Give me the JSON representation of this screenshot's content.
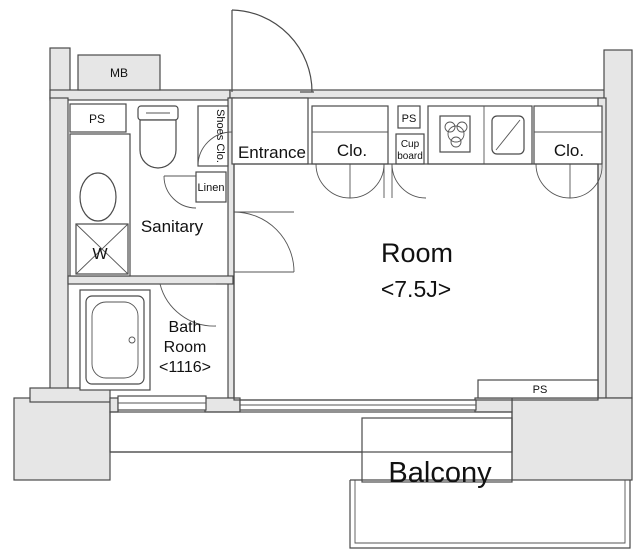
{
  "labels": {
    "mb": "MB",
    "ps_top_left": "PS",
    "ps_top_right": "PS",
    "ps_right": "PS",
    "shoes_clo": "Shoes Clo.",
    "entrance": "Entrance",
    "clo_left": "Clo.",
    "cup_board_line1": "Cup",
    "cup_board_line2": "board",
    "clo_right": "Clo.",
    "linen": "Linen",
    "sanitary": "Sanitary",
    "w": "W",
    "room": "Room",
    "room_size": "<7.5J>",
    "bath_line1": "Bath",
    "bath_line2": "Room",
    "bath_size": "<1116>",
    "balcony": "Balcony"
  },
  "colors": {
    "wall_fill": "#e6e6e6",
    "stroke": "#4a4a4a",
    "background": "#ffffff",
    "text": "#111111"
  },
  "icons": {
    "stove": "stove-burner-icon",
    "sink": "kitchen-sink-icon",
    "toilet": "toilet-icon",
    "washbasin": "washbasin-icon",
    "washer": "washing-machine-icon",
    "bathtub": "bathtub-icon"
  }
}
